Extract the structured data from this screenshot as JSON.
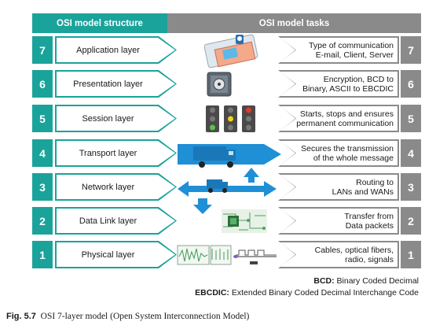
{
  "headers": {
    "left": "OSI model structure",
    "right": "OSI model tasks"
  },
  "layers": [
    {
      "num": "7",
      "name": "Application layer",
      "task": "Type of communication\nE-mail, Client, Server"
    },
    {
      "num": "6",
      "name": "Presentation layer",
      "task": "Encryption, BCD to\nBinary, ASCII to EBCDIC"
    },
    {
      "num": "5",
      "name": "Session layer",
      "task": "Starts, stops and ensures\npermanent communication"
    },
    {
      "num": "4",
      "name": "Transport layer",
      "task": "Secures the transmission\nof the whole message"
    },
    {
      "num": "3",
      "name": "Network layer",
      "task": "Routing to\nLANs and WANs"
    },
    {
      "num": "2",
      "name": "Data Link layer",
      "task": "Transfer from\nData packets"
    },
    {
      "num": "1",
      "name": "Physical layer",
      "task": "Cables, optical fibers,\nradio, signals"
    }
  ],
  "legend": {
    "bcd_term": "BCD:",
    "bcd_def": "Binary Coded Decimal",
    "ebcdic_term": "EBCDIC:",
    "ebcdic_def": "Extended Binary Coded Decimal Interchange Code"
  },
  "caption": {
    "label": "Fig. 5.7",
    "text": "OSI 7-layer model (Open System Interconnection Model)"
  },
  "colors": {
    "teal": "#1aa39a",
    "gray": "#8a8a8a",
    "blue": "#1f8fd6"
  },
  "icons": [
    "mobile-email-icon",
    "safe-icon",
    "traffic-light-icon",
    "truck-large-icon",
    "truck-small-icon",
    "circuit-board-icon",
    "signal-waveform-icon"
  ]
}
